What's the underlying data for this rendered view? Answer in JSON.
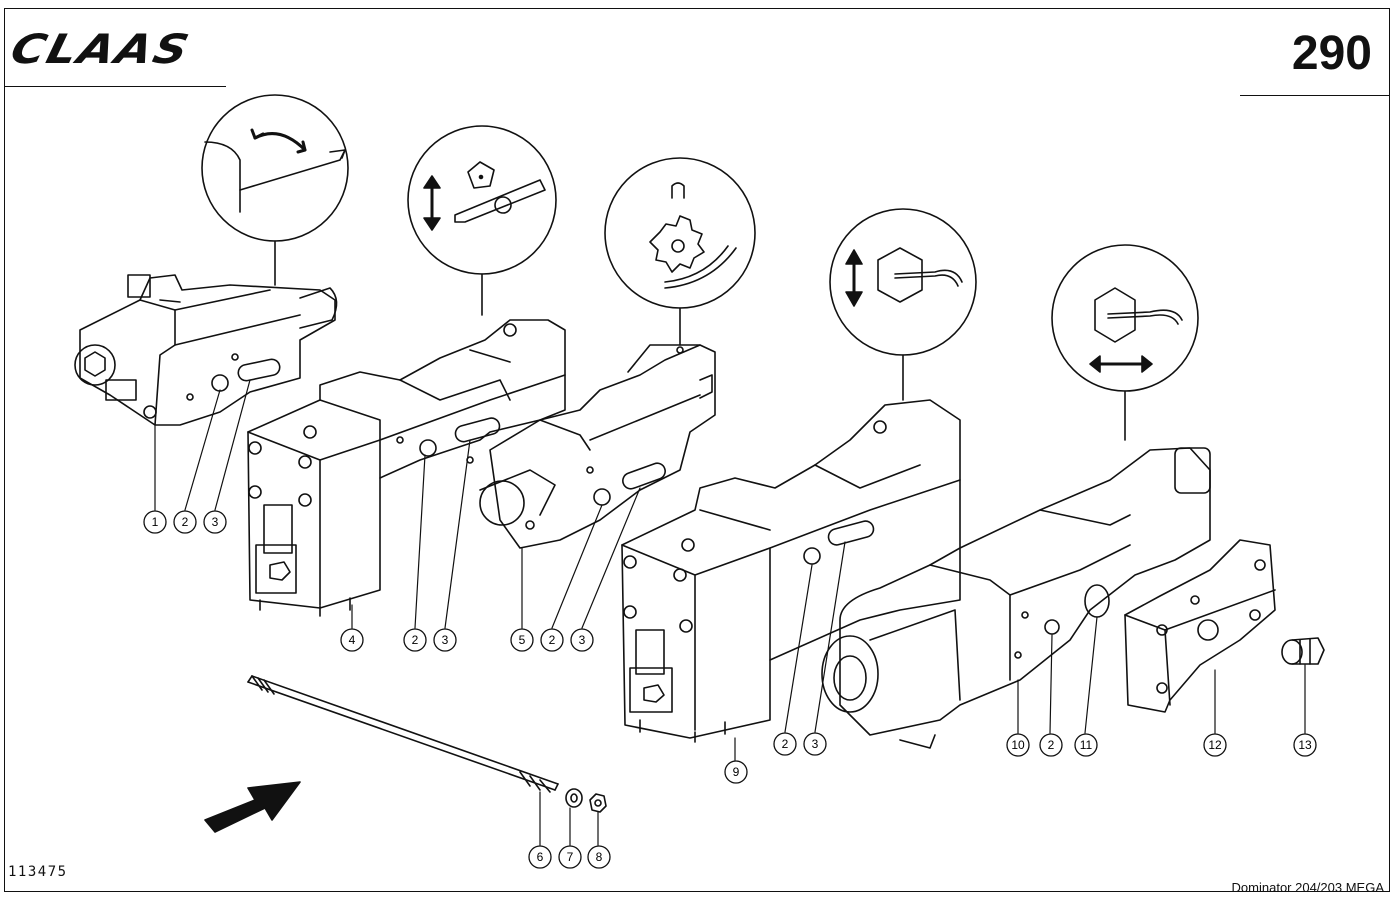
{
  "header": {
    "brand": "CLAAS",
    "page_number": "290"
  },
  "footer": {
    "document_number": "113475",
    "model": "Dominator 204/203 MEGA"
  },
  "callouts": [
    {
      "id": "c1",
      "label": "1"
    },
    {
      "id": "c2a",
      "label": "2"
    },
    {
      "id": "c3a",
      "label": "3"
    },
    {
      "id": "c4",
      "label": "4"
    },
    {
      "id": "c2b",
      "label": "2"
    },
    {
      "id": "c3b",
      "label": "3"
    },
    {
      "id": "c5",
      "label": "5"
    },
    {
      "id": "c2c",
      "label": "2"
    },
    {
      "id": "c3c",
      "label": "3"
    },
    {
      "id": "c6",
      "label": "6"
    },
    {
      "id": "c7",
      "label": "7"
    },
    {
      "id": "c8",
      "label": "8"
    },
    {
      "id": "c9",
      "label": "9"
    },
    {
      "id": "c2d",
      "label": "2"
    },
    {
      "id": "c3d",
      "label": "3"
    },
    {
      "id": "c10",
      "label": "10"
    },
    {
      "id": "c2e",
      "label": "2"
    },
    {
      "id": "c11",
      "label": "11"
    },
    {
      "id": "c12",
      "label": "12"
    },
    {
      "id": "c13",
      "label": "13"
    }
  ],
  "function_icons": [
    "reel-tilt-icon",
    "cutter-lift-icon",
    "reel-speed-icon",
    "reel-height-icon",
    "reel-fore-aft-icon"
  ]
}
